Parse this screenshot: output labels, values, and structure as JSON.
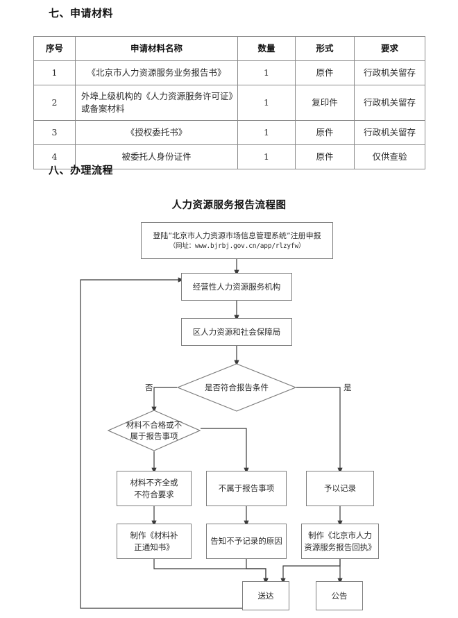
{
  "sections": {
    "materials_heading": "七、申请材料",
    "process_heading": "八、办理流程"
  },
  "materials_table": {
    "columns": [
      "序号",
      "申请材料名称",
      "数量",
      "形式",
      "要求"
    ],
    "rows": [
      {
        "no": "1",
        "name": "《北京市人力资源服务业务报告书》",
        "qty": "1",
        "form": "原件",
        "req": "行政机关留存"
      },
      {
        "no": "2",
        "name": "外埠上级机构的《人力资源服务许可证》或备案材料",
        "qty": "1",
        "form": "复印件",
        "req": "行政机关留存"
      },
      {
        "no": "3",
        "name": "《授权委托书》",
        "qty": "1",
        "form": "原件",
        "req": "行政机关留存"
      },
      {
        "no": "4",
        "name": "被委托人身份证件",
        "qty": "1",
        "form": "原件",
        "req": "仅供查验"
      }
    ]
  },
  "flowchart": {
    "title": "人力资源服务报告流程图",
    "nodes": {
      "entry_line1": "登陆“北京市人力资源市场信息管理系统”注册申报",
      "entry_line2": "（网址：www.bjrbj.gov.cn/app/rlzyfw）",
      "agency": "经营性人力资源服务机构",
      "bureau": "区人力资源和社会保障局",
      "decision1": "是否符合报告条件",
      "decision2_line1": "材料不合格或不",
      "decision2_line2": "属于报告事项",
      "box_incomplete_line1": "材料不齐全或",
      "box_incomplete_line2": "不符合要求",
      "box_not_reportable": "不属于报告事项",
      "box_record": "予以记录",
      "box_supplement_line1": "制作《材料补",
      "box_supplement_line2": "正通知书》",
      "box_inform_reason": "告知不予记录的原因",
      "box_receipt_line1": "制作《北京市人力",
      "box_receipt_line2": "资源服务报告回执》",
      "box_deliver": "送达",
      "box_announce": "公告"
    },
    "branch_labels": {
      "no": "否",
      "yes": "是"
    },
    "colors": {
      "line": "#3a3a3a",
      "border": "#7d7d7d",
      "text": "#2b2b2b"
    }
  }
}
